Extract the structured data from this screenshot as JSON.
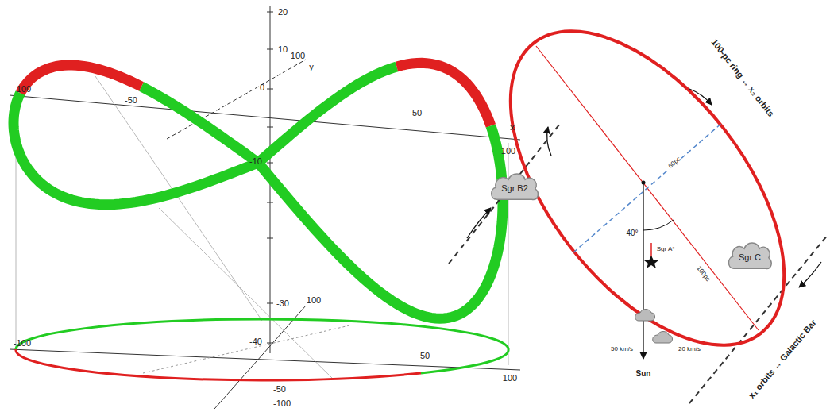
{
  "diagram": {
    "nodes": [
      {
        "text": [
          "Sgr B2"
        ]
      },
      {
        "text": [
          "Sgr C"
        ]
      }
    ],
    "labels": [
      "20",
      "10",
      "0",
      "-10",
      "-30",
      "-40",
      "-100",
      "-50",
      "50",
      "100",
      "x",
      "100",
      "y",
      "-100",
      "50",
      "100",
      "100",
      "-50",
      "-100",
      "100-pc ring ↔ x₂ orbits",
      "x₁ orbits ↔ Galactic Bar",
      "60pc",
      "100pc",
      "40°",
      "Sgr A*",
      "50 km/s",
      "20 km/s",
      "Sun"
    ]
  }
}
